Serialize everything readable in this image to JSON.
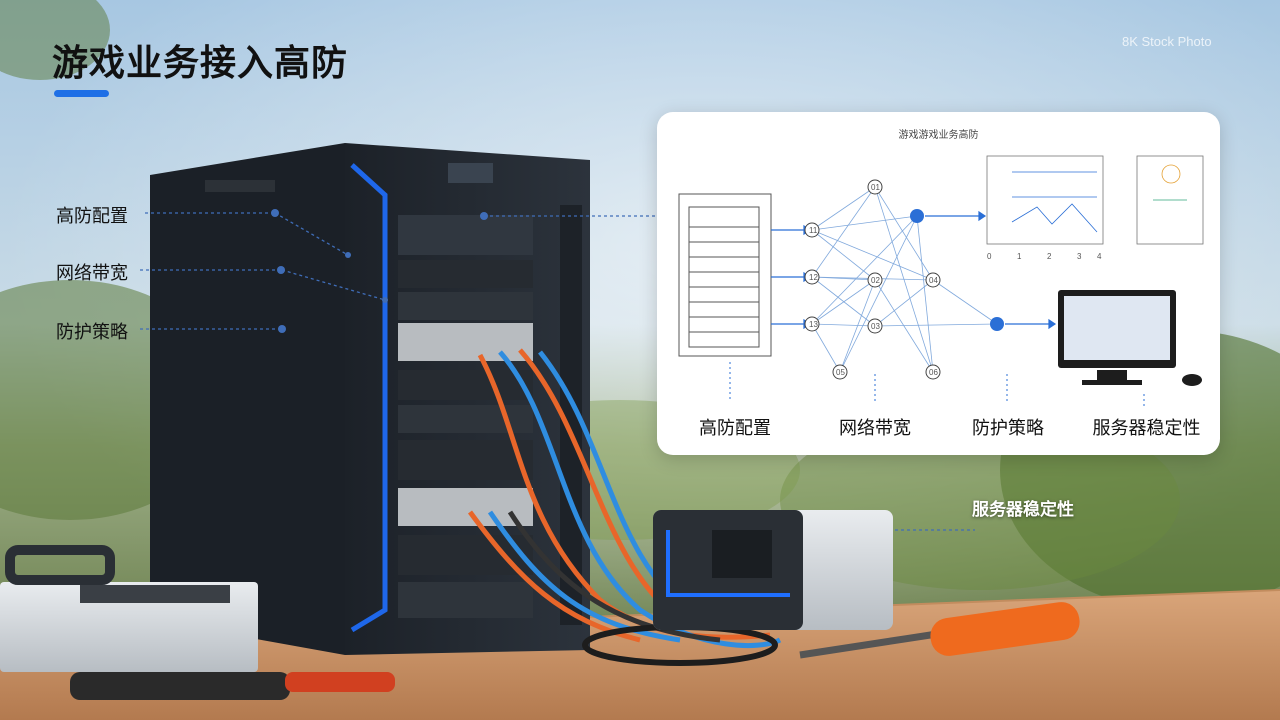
{
  "page": {
    "title": "游戏业务接入高防",
    "watermark": "8K Stock Photo"
  },
  "left_callouts": [
    {
      "label": "高防配置"
    },
    {
      "label": "网络带宽"
    },
    {
      "label": "防护策略"
    }
  ],
  "panel": {
    "title": "游戏游戏业务高防",
    "network_node_labels": [
      "11",
      "12",
      "13",
      "01",
      "02",
      "03",
      "04",
      "05",
      "06"
    ],
    "chart_ticks": [
      "0",
      "1",
      "2",
      "3",
      "4"
    ],
    "labels": [
      "高防配置",
      "网络带宽",
      "防护策略",
      "服务器稳定性"
    ]
  },
  "side_callout": {
    "label": "服务器稳定性"
  },
  "colors": {
    "accent_blue": "#1e6fe6",
    "cable_orange": "#e8662a",
    "cable_blue": "#2f8de0",
    "tool_orange": "#ef6a1e"
  }
}
